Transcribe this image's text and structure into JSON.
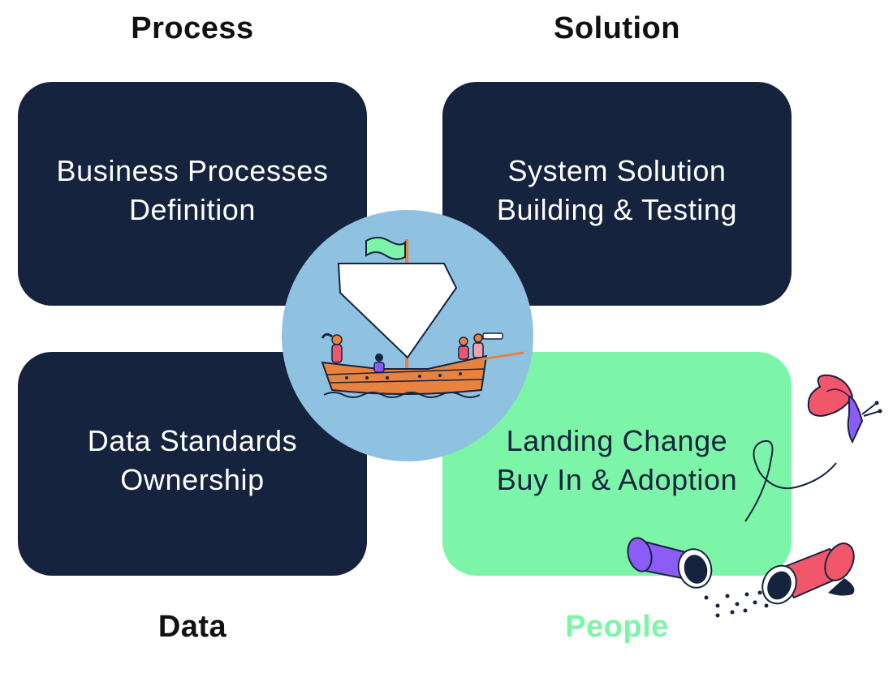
{
  "headings": {
    "process": "Process",
    "solution": "Solution",
    "data": "Data",
    "people": "People"
  },
  "cards": {
    "process": {
      "line1": "Business Processes",
      "line2": "Definition"
    },
    "solution": {
      "line1": "System Solution",
      "line2": "Building & Testing"
    },
    "data": {
      "line1": "Data Standards",
      "line2": "Ownership"
    },
    "people": {
      "line1": "Landing Change",
      "line2": "Buy In & Adoption"
    }
  },
  "colors": {
    "dark_card": "#15233f",
    "green_card": "#7df5a8",
    "heading_dark": "#111111",
    "heading_green": "#7df5a8",
    "card_text_light": "#ffffff",
    "card_text_dark": "#15233f",
    "circle": "#8fc2e0"
  },
  "icons": {
    "center": "ship-illustration",
    "decoration": [
      "butterfly-illustration",
      "open-tubes-illustration"
    ]
  }
}
